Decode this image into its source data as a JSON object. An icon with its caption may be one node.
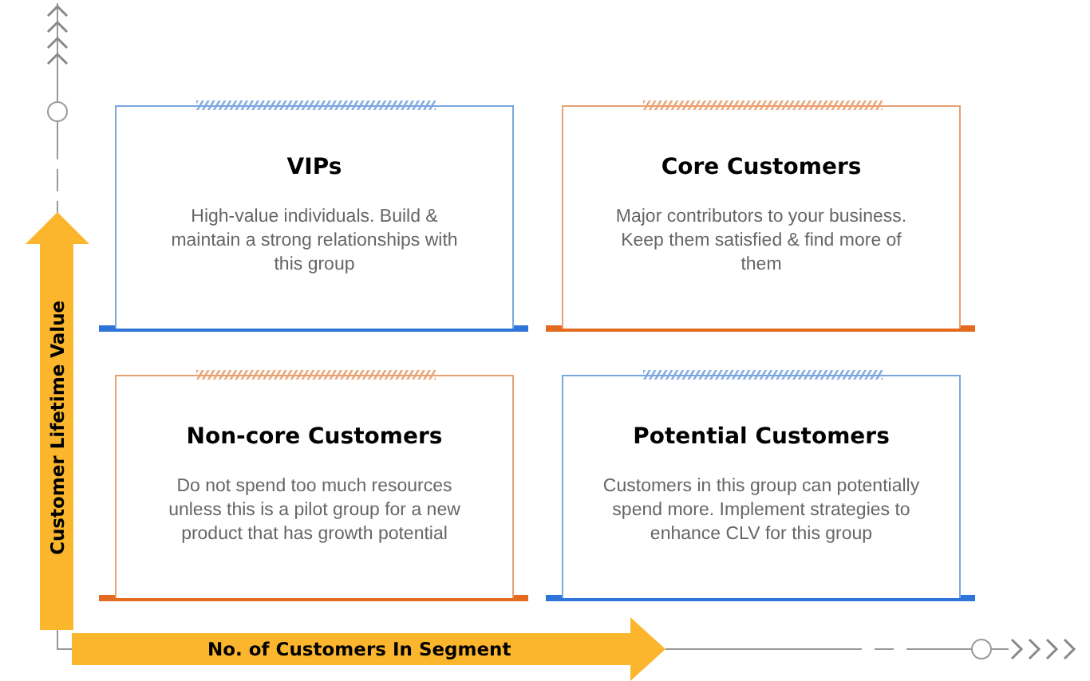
{
  "diagram": {
    "nodes": [
      {
        "text": [
          "VIPs",
          "High-value individuals. Build & maintain a strong relationships with this group"
        ]
      },
      {
        "text": [
          "Core Customers",
          "Major contributors to your business. Keep them satisfied & find more of them"
        ]
      },
      {
        "text": [
          "Non-core Customers",
          "Do not spend too much resources unless this is a pilot group for a new product that has growth potential"
        ]
      },
      {
        "text": [
          "Potential Customers",
          "Customers in this group can potentially spend more. Implement strategies to enhance CLV for this group"
        ]
      }
    ],
    "labels": [
      "Customer Lifetime Value",
      "No. of Customers In Segment"
    ]
  }
}
